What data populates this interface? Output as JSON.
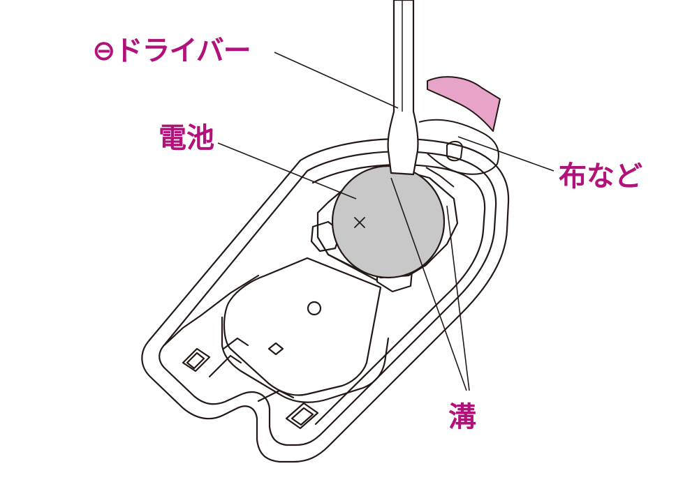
{
  "labels": {
    "screwdriver": "⊖ドライバー",
    "battery": "電池",
    "cloth": "布など",
    "groove": "溝"
  },
  "colors": {
    "label": "#b0127a",
    "cloth_fill": "#e7a3c8",
    "battery_fill": "#c8c8c8",
    "line": "#231815"
  }
}
